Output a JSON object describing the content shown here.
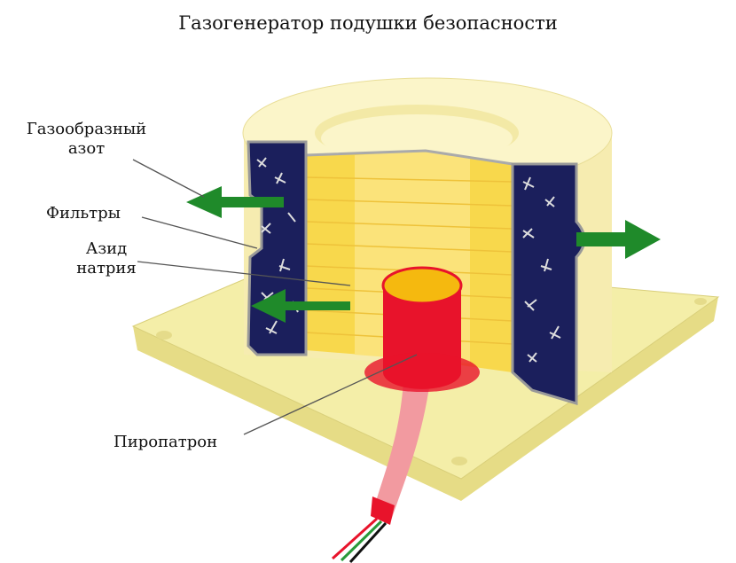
{
  "title": "Газогенератор подушки безопасности",
  "labels": {
    "gas": "Газообразный азот",
    "gas_line1": "Газообразный",
    "gas_line2": "азот",
    "filters": "Фильтры",
    "azide_line1": "Азид",
    "azide_line2": "натрия",
    "squib": "Пиропатрон"
  },
  "colors": {
    "plate": "#f4eea8",
    "housing": "#fbf5c9",
    "azide": "#f8d84c",
    "filter": "#1b1f5c",
    "squib": "#e8132b",
    "arrow": "#1f8a2a"
  }
}
